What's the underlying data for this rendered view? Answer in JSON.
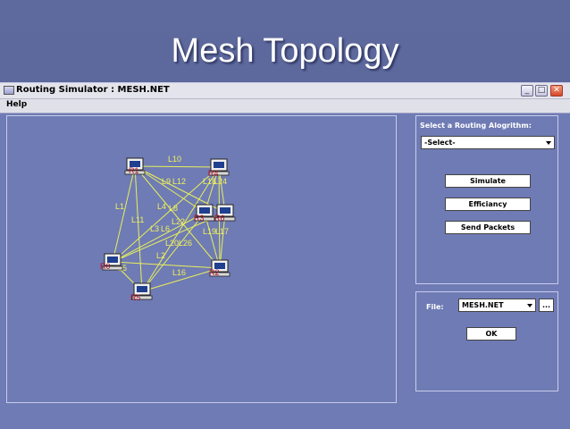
{
  "slide": {
    "title": "Mesh Topology"
  },
  "window": {
    "title": "Routing Simulator  : MESH.NET",
    "controls": {
      "minimize": "_",
      "maximize": "□",
      "close": "✕"
    }
  },
  "menu": {
    "items": [
      "Help"
    ]
  },
  "algorithm_panel": {
    "label": "Select a Routing Alogrithm:",
    "selected": "-Select-",
    "buttons": {
      "simulate": "Simulate",
      "efficiency": "Efficiancy",
      "send_packets": "Send Packets"
    }
  },
  "file_panel": {
    "label": "File:",
    "selected": "MESH.NET",
    "browse": "...",
    "ok": "OK"
  },
  "colors": {
    "link": "#e8f05a",
    "node_label": "#b0102a",
    "link_label": "#f2f25a",
    "background": "#6f7bb4"
  },
  "topology": {
    "nodes": [
      {
        "id": "R1",
        "label": "R1"
      },
      {
        "id": "R4",
        "label": "R4"
      },
      {
        "id": "R3",
        "label": "R3"
      },
      {
        "id": "R6",
        "label": "R6"
      },
      {
        "id": "R0",
        "label": "R0"
      },
      {
        "id": "R2",
        "label": "R2"
      },
      {
        "id": "R5",
        "label": "R5"
      }
    ],
    "links": [
      {
        "label": "L10",
        "a": "R1",
        "b": "R4"
      },
      {
        "label": "L1",
        "a": "R1",
        "b": "R0"
      },
      {
        "label": "L11",
        "a": "R1",
        "b": "R5"
      },
      {
        "label": "L9",
        "a": "R1",
        "b": "R3"
      },
      {
        "label": "L12",
        "a": "R1",
        "b": "R6"
      },
      {
        "label": "L4",
        "a": "R1",
        "b": "R2"
      },
      {
        "label": "L8",
        "a": "R4",
        "b": "R0"
      },
      {
        "label": "L18",
        "a": "R4",
        "b": "R3"
      },
      {
        "label": "L24",
        "a": "R4",
        "b": "R6"
      },
      {
        "label": "L19",
        "a": "R4",
        "b": "R2"
      },
      {
        "label": "L3",
        "a": "R4",
        "b": "R5"
      },
      {
        "label": "L22",
        "a": "R3",
        "b": "R0"
      },
      {
        "label": "L6",
        "a": "R3",
        "b": "R5"
      },
      {
        "label": "L17",
        "a": "R6",
        "b": "R2"
      },
      {
        "label": "L20",
        "a": "R6",
        "b": "R0"
      },
      {
        "label": "L26",
        "a": "R3",
        "b": "R2"
      },
      {
        "label": "L2",
        "a": "R0",
        "b": "R2"
      },
      {
        "label": "L5",
        "a": "R0",
        "b": "R5"
      },
      {
        "label": "L16",
        "a": "R5",
        "b": "R2"
      }
    ]
  }
}
